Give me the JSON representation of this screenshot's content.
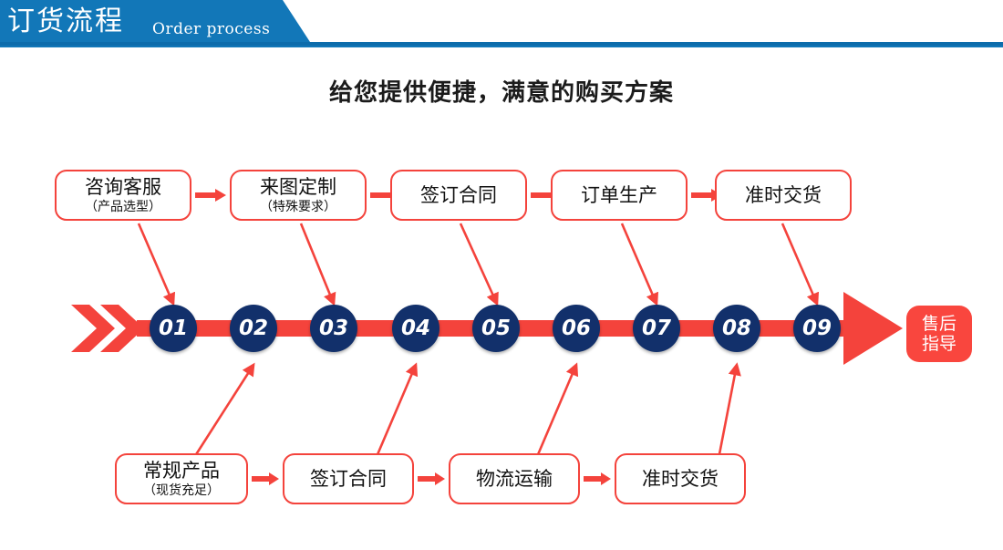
{
  "header": {
    "title": "订货流程",
    "subtitle_en": "Order process",
    "bar_color": "#1277b8",
    "rule_color": "#0d6cab"
  },
  "page": {
    "headline": "给您提供便捷，满意的购买方案",
    "accent_red": "#f4433c",
    "circle_navy": "#12306b",
    "end_red": "#f9463e",
    "background": "#ffffff"
  },
  "top_row": {
    "arrow_icon": "right-arrow-icon",
    "boxes": [
      {
        "line1": "咨询客服",
        "line2": "（产品选型）"
      },
      {
        "line1": "来图定制",
        "line2": "（特殊要求）"
      },
      {
        "line1": "签订合同",
        "line2": ""
      },
      {
        "line1": "订单生产",
        "line2": ""
      },
      {
        "line1": "准时交货",
        "line2": ""
      }
    ]
  },
  "bottom_row": {
    "arrow_icon": "right-arrow-icon",
    "boxes": [
      {
        "line1": "常规产品",
        "line2": "（现货充足）"
      },
      {
        "line1": "签订合同",
        "line2": ""
      },
      {
        "line1": "物流运输",
        "line2": ""
      },
      {
        "line1": "准时交货",
        "line2": ""
      }
    ]
  },
  "timeline": {
    "start_icon": "double-chevron-icon",
    "end_arrow_icon": "arrowhead-icon",
    "steps": [
      "01",
      "02",
      "03",
      "04",
      "05",
      "06",
      "07",
      "08",
      "09"
    ],
    "end_box": {
      "line1": "售后",
      "line2": "指导"
    }
  }
}
